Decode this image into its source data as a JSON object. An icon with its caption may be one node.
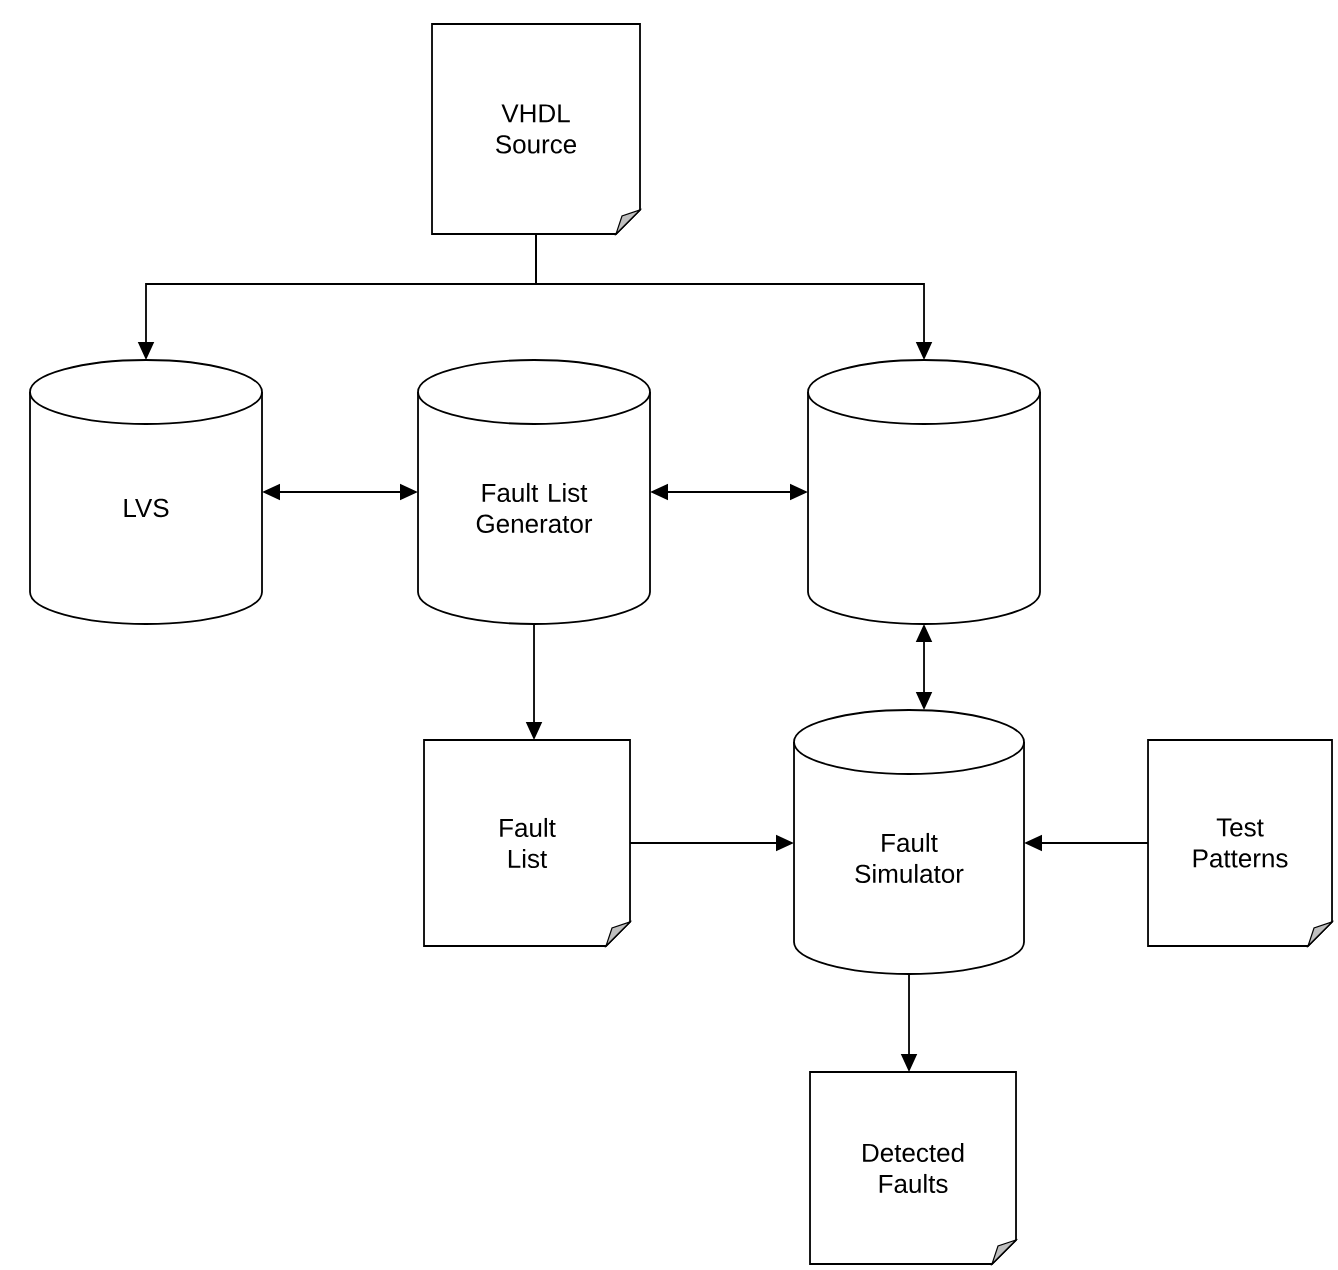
{
  "diagram": {
    "nodes": [
      {
        "text": [
          "VHDL Source"
        ]
      },
      {
        "text": [
          "LVS"
        ]
      },
      {
        "text": [
          "Fault List Generator"
        ]
      },
      {
        "text": [],
        "shape": "cylinder"
      },
      {
        "text": [
          "Fault List"
        ]
      },
      {
        "text": [
          "Fault Simulator"
        ]
      },
      {
        "text": [
          "Test Patterns"
        ]
      },
      {
        "text": [
          "Detected Faults"
        ]
      }
    ],
    "edges": [
      {
        "from": 0,
        "to": 1,
        "arrow": "to"
      },
      {
        "from": 0,
        "to": 3,
        "arrow": "to"
      },
      {
        "from": 1,
        "to": 2,
        "arrow": "both"
      },
      {
        "from": 2,
        "to": 3,
        "arrow": "both"
      },
      {
        "from": 2,
        "to": 4,
        "arrow": "to"
      },
      {
        "from": 3,
        "to": 5,
        "arrow": "both"
      },
      {
        "from": 4,
        "to": 5,
        "arrow": "to"
      },
      {
        "from": 6,
        "to": 5,
        "arrow": "to"
      },
      {
        "from": 5,
        "to": 7,
        "arrow": "to"
      }
    ]
  }
}
